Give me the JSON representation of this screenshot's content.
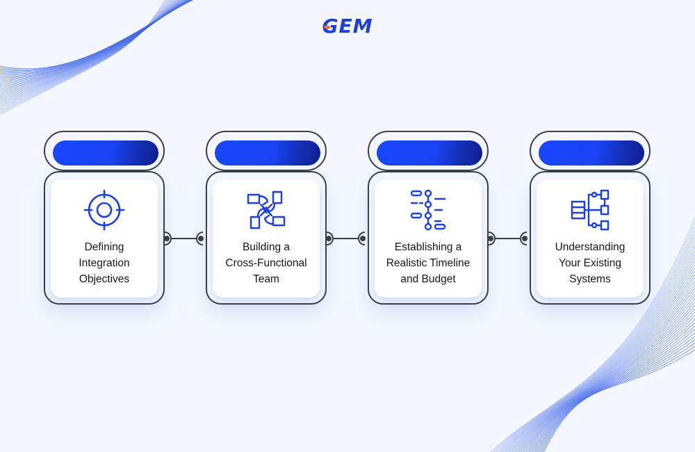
{
  "brand": {
    "logo_text": "GEM",
    "accent_color": "#1b3ee0",
    "logo_dash_color": "#ff6a2b"
  },
  "colors": {
    "background": "#f4f8fe",
    "outline": "#3a3d45",
    "pill_gradient_start": "#1747ff",
    "pill_gradient_end": "#0e1d8f",
    "icon_stroke": "#1a3fe8"
  },
  "steps": [
    {
      "icon": "target-icon",
      "label_lines": [
        "Defining",
        "Integration",
        "Objectives"
      ]
    },
    {
      "icon": "team-hands-icon",
      "label_lines": [
        "Building a",
        "Cross-Functional",
        "Team"
      ]
    },
    {
      "icon": "timeline-icon",
      "label_lines": [
        "Establishing a",
        "Realistic Timeline",
        "and Budget"
      ]
    },
    {
      "icon": "system-flowchart-icon",
      "label_lines": [
        "Understanding",
        "Your Existing",
        "Systems"
      ]
    }
  ]
}
